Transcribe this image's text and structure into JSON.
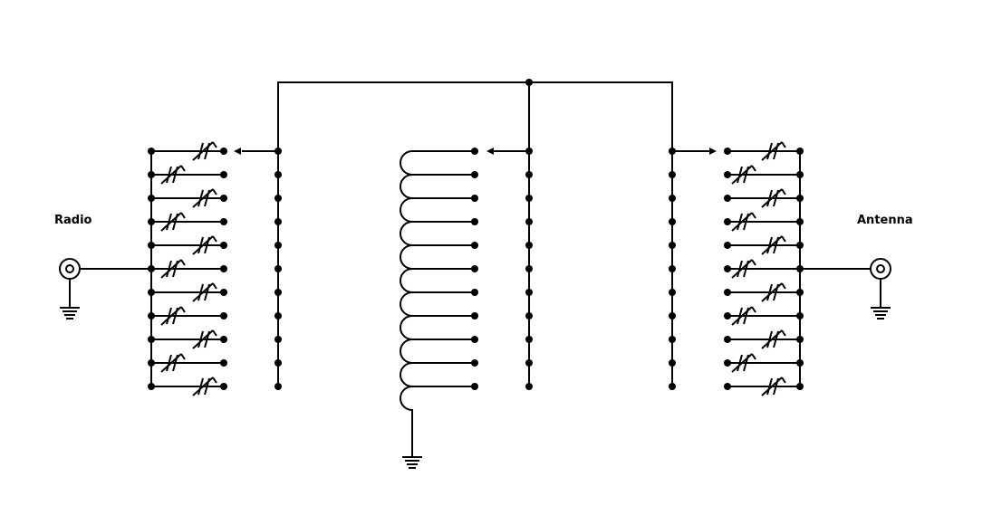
{
  "labels": {
    "radio": "Radio",
    "antenna": "Antenna"
  },
  "colors": {
    "ink": "#000000",
    "background": "#ffffff"
  },
  "diagram": {
    "left_capacitor_count": 11,
    "left_switch_positions": 11,
    "inductor_turns": 11,
    "inductor_switch_positions": 11,
    "right_switch_positions": 11,
    "right_capacitor_count": 11
  }
}
